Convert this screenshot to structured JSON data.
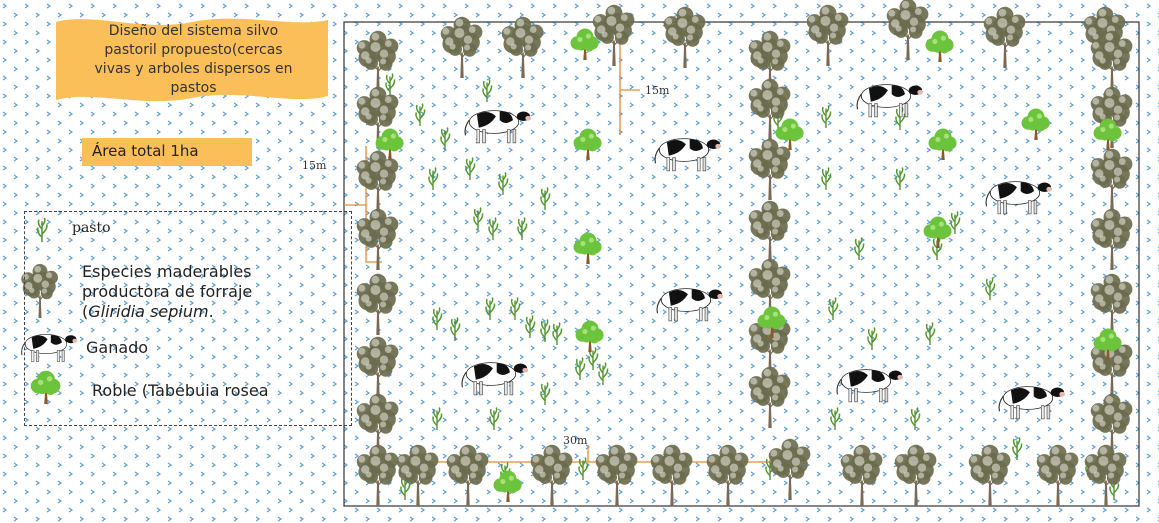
{
  "title": "Diseño del sistema silvo pastoril propuesto(cercas vivas y arboles dispersos en pastos",
  "title_lines": [
    "Diseño del sistema silvo",
    "pastoril propuesto(cercas",
    "vivas y arboles dispersos en",
    "pastos"
  ],
  "area_label": "Área total 1ha",
  "legend": {
    "pasto": "pasto",
    "maderables_line1": "Especies maderables",
    "maderables_line2": "productora de forraje",
    "maderables_line3_open": "(",
    "maderables_line3_italic": "Gliridia sepium",
    "maderables_line3_end": ".",
    "ganado": "Ganado",
    "roble": "Roble (Tabebuia rosea"
  },
  "dimensions": {
    "top": "15m",
    "left": "15m",
    "bottom": "30m"
  },
  "colors": {
    "banner": "#fbbf5a",
    "area_box": "#fbbf5a",
    "dimension_line": "#e58a3a",
    "pattern": "#5aa0d8",
    "tree_crown": "#6b6b4e",
    "roble_crown": "#6cc43c",
    "grass": "#4f9a2a"
  }
}
